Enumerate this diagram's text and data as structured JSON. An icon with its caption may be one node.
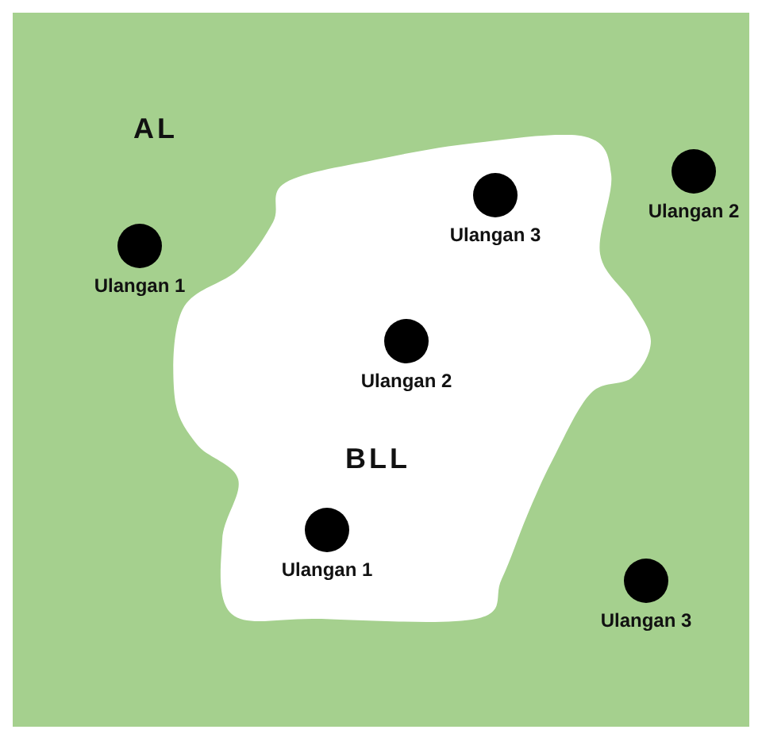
{
  "diagram": {
    "nodes": [
      {
        "text": [
          "AL"
        ]
      },
      {
        "text": [
          "BLL"
        ],
        "in": 0
      },
      {
        "text": [],
        "shape": "circle",
        "in": 0,
        "beside": [
          "Ulangan 2"
        ]
      },
      {
        "text": [],
        "shape": "circle",
        "in": 1,
        "beside": [
          "Ulangan 3"
        ]
      },
      {
        "text": [],
        "shape": "circle",
        "in": 0,
        "beside": [
          "Ulangan 1"
        ]
      },
      {
        "text": [],
        "shape": "circle",
        "in": 1,
        "beside": [
          "Ulangan 2"
        ]
      },
      {
        "text": [],
        "shape": "circle",
        "in": 1,
        "beside": [
          "Ulangan 1"
        ]
      },
      {
        "text": [],
        "shape": "circle",
        "in": 0,
        "beside": [
          "Ulangan 3"
        ]
      }
    ],
    "edges": []
  }
}
